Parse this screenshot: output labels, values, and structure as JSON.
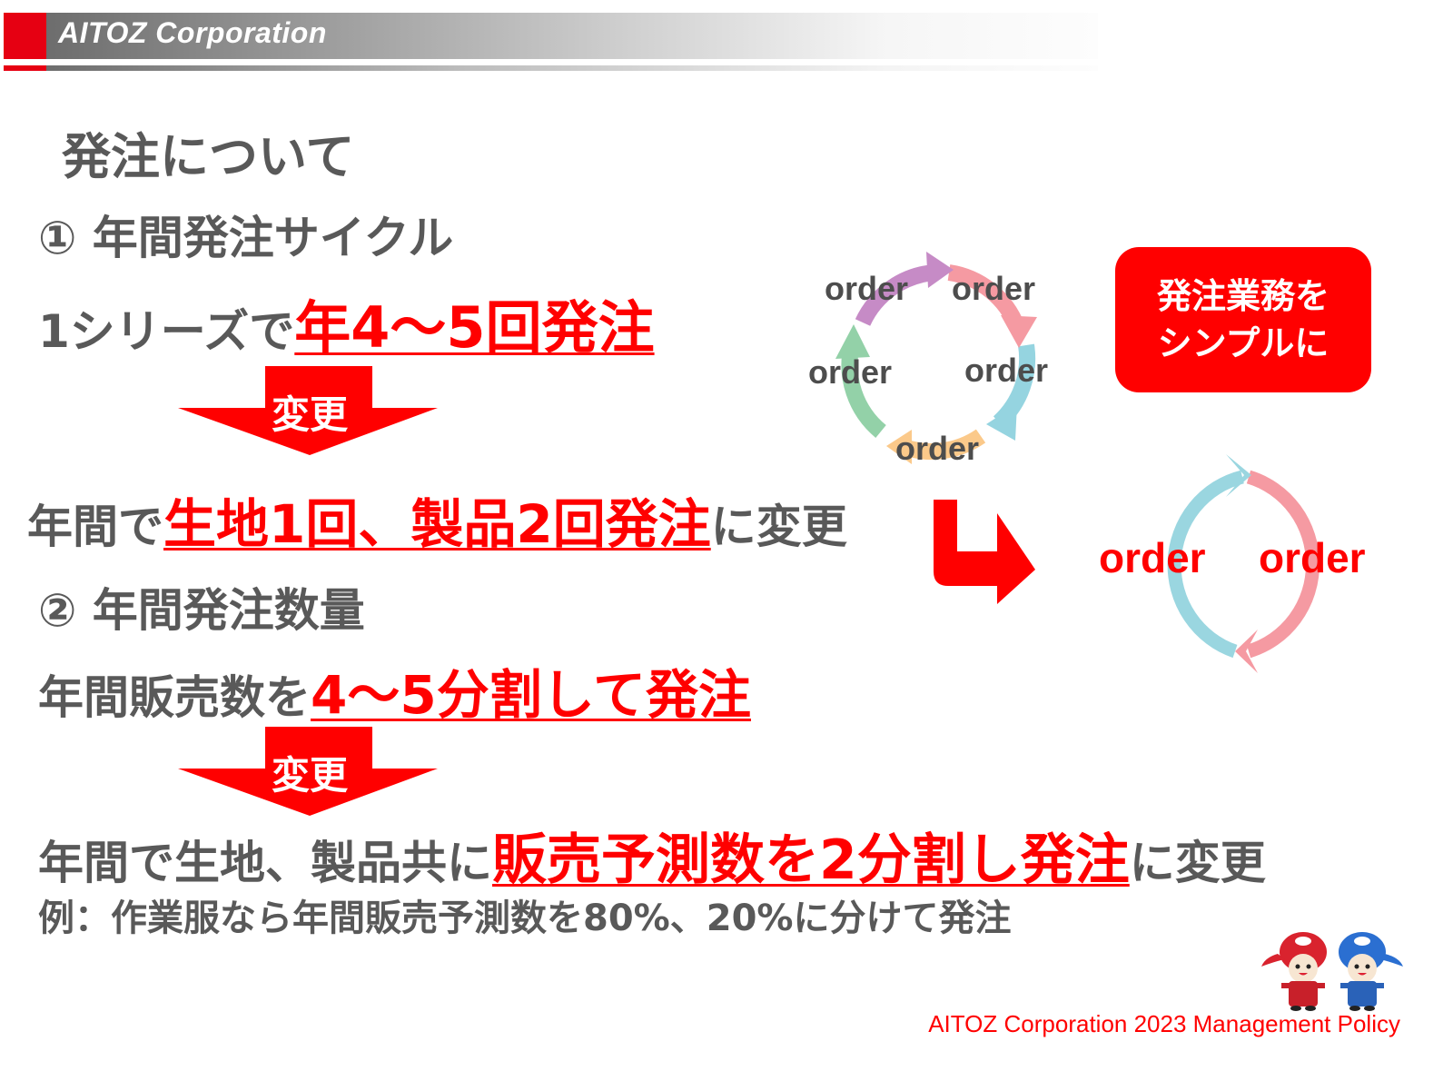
{
  "header": {
    "company": "AITOZ Corporation",
    "accent_color": "#e60012"
  },
  "slide": {
    "title": "発注について",
    "section1": {
      "heading": "① 年間発注サイクル",
      "before_prefix": "1シリーズで",
      "before_highlight": "年4〜5回発注",
      "change_label": "変更",
      "after_prefix": "年間で",
      "after_highlight": "生地1回、製品2回発注",
      "after_suffix": "に変更"
    },
    "section2": {
      "heading": "② 年間発注数量",
      "before_prefix": "年間販売数を",
      "before_highlight": "4〜5分割して発注",
      "change_label": "変更",
      "after_prefix": "年間で生地、製品共に",
      "after_highlight": "販売予測数を2分割し発注",
      "after_suffix": "に変更",
      "example": "例：作業服なら年間販売予測数を80%、20%に分けて発注"
    }
  },
  "diagram": {
    "cycle_before": {
      "labels": [
        "order",
        "order",
        "order",
        "order",
        "order"
      ],
      "colors": [
        "#c68bc6",
        "#f59aa2",
        "#95d4e0",
        "#fbc98a",
        "#93d1a8"
      ]
    },
    "cycle_after": {
      "labels": [
        "order",
        "order"
      ],
      "colors": [
        "#9ad6e0",
        "#f59aa2"
      ]
    },
    "callout": {
      "line1": "発注業務を",
      "line2": "シンプルに"
    }
  },
  "footer": {
    "text": "AITOZ Corporation 2023 Management Policy"
  },
  "colors": {
    "highlight_red": "#ff0000",
    "body_text": "#595959"
  }
}
